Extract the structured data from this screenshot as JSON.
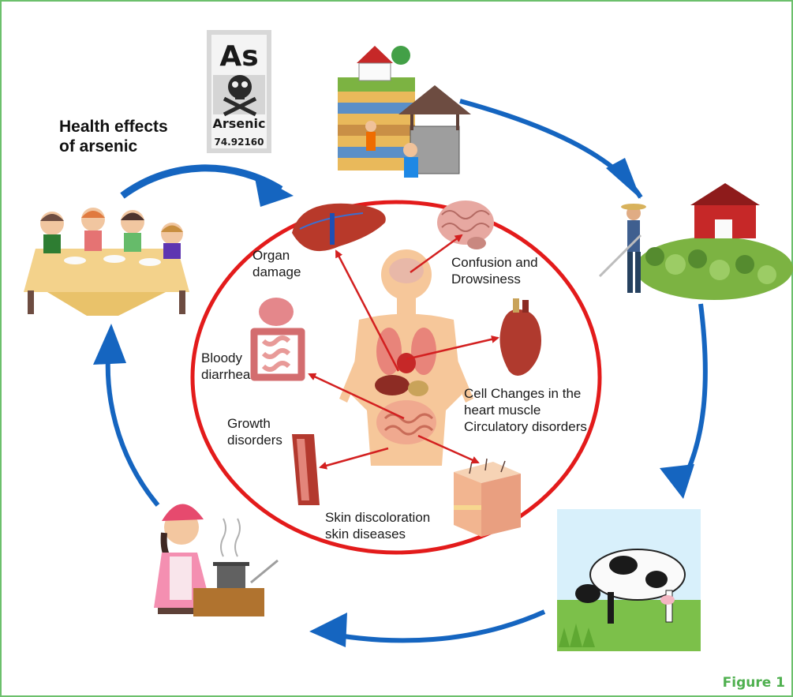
{
  "title": "Health effects\nof arsenic",
  "element_tile": {
    "symbol": "As",
    "name": "Arsenic",
    "atomic_mass": "74.92160"
  },
  "effects": {
    "organ_damage": "Organ\ndamage",
    "confusion": "Confusion and\nDrowsiness",
    "bloody_diarrhea": "Bloody\ndiarrhea",
    "heart": "Cell Changes in the\nheart muscle\nCirculatory disorders",
    "growth": "Growth\ndisorders",
    "skin": "Skin discoloration\nskin diseases"
  },
  "figure_label": "Figure 1",
  "colors": {
    "cycle_arrow": "#1565c0",
    "inner_ring": "#e31b1b",
    "effect_arrow": "#d32020",
    "border": "#6cc06c",
    "figure_label": "#4fb04f"
  },
  "icons": [
    "arsenic-element-tile-icon",
    "groundwater-well-icon",
    "farmer-field-icon",
    "grazing-cow-icon",
    "woman-cooking-icon",
    "children-eating-icon",
    "human-body-icon",
    "liver-icon",
    "brain-icon",
    "heart-icon",
    "intestine-icon",
    "bone-muscle-icon",
    "skin-section-icon"
  ]
}
